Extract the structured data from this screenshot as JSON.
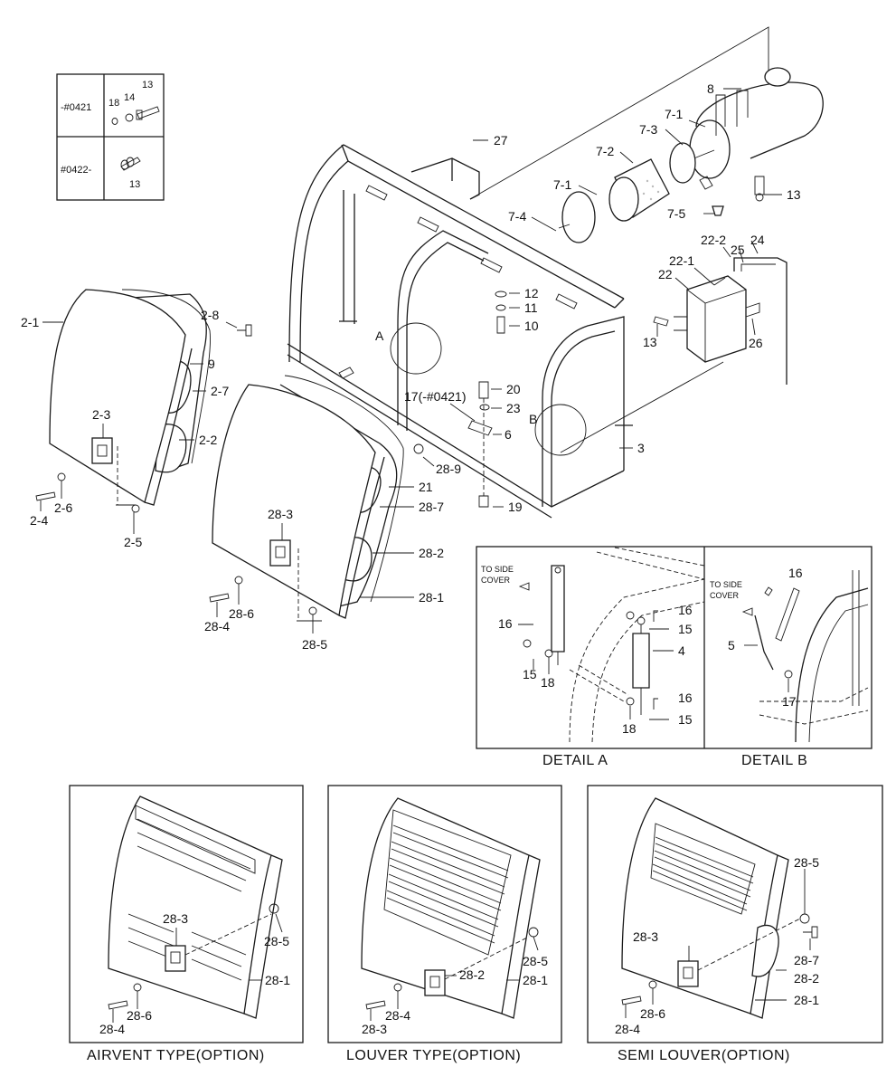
{
  "serial_table": {
    "row1_range": "-#0421",
    "row1_parts": [
      "18",
      "14",
      "13"
    ],
    "row2_range": "#0422-",
    "row2_part": "13"
  },
  "labels": {
    "l27": "27",
    "l8": "8",
    "l7_1a": "7-1",
    "l7_3": "7-3",
    "l7_2": "7-2",
    "l7_1b": "7-1",
    "l7_4": "7-4",
    "l7_5": "7-5",
    "l13a": "13",
    "l22_2": "22-2",
    "l25": "25",
    "l24": "24",
    "l22_1": "22-1",
    "l22": "22",
    "l12": "12",
    "l11": "11",
    "l10": "10",
    "l13b": "13",
    "l26": "26",
    "lA": "A",
    "lB": "B",
    "l20": "20",
    "l17": "17(-#0421)",
    "l23": "23",
    "l6": "6",
    "l3": "3",
    "l19": "19",
    "l2_1": "2-1",
    "l2_8": "2-8",
    "l9": "9",
    "l2_7": "2-7",
    "l2_3": "2-3",
    "l2_2": "2-2",
    "l2_4": "2-4",
    "l2_6": "2-6",
    "l2_5": "2-5",
    "l28_9": "28-9",
    "l21": "21",
    "l28_7": "28-7",
    "l28_3": "28-3",
    "l28_2": "28-2",
    "l28_1": "28-1",
    "l28_4": "28-4",
    "l28_6": "28-6",
    "l28_5": "28-5"
  },
  "detail_a": {
    "caption": "DETAIL  A",
    "note_line1": "TO SIDE",
    "note_line2": "COVER",
    "l16a": "16",
    "l16b": "16",
    "l16c": "16",
    "l15a": "15",
    "l15b": "15",
    "l15c": "15",
    "l18a": "18",
    "l18b": "18",
    "l4": "4"
  },
  "detail_b": {
    "caption": "DETAIL  B",
    "note_line1": "TO SIDE",
    "note_line2": "COVER",
    "l16": "16",
    "l5": "5",
    "l17": "17"
  },
  "options": {
    "airvent": {
      "caption": "AIRVENT TYPE(OPTION)",
      "l28_3": "28-3",
      "l28_5": "28-5",
      "l28_1": "28-1",
      "l28_4": "28-4",
      "l28_6": "28-6"
    },
    "louver": {
      "caption": "LOUVER TYPE(OPTION)",
      "l28_5": "28-5",
      "l28_2": "28-2",
      "l28_1": "28-1",
      "l28_4": "28-4",
      "l28_3": "28-3"
    },
    "semi_louver": {
      "caption": "SEMI LOUVER(OPTION)",
      "l28_5": "28-5",
      "l28_3": "28-3",
      "l28_7": "28-7",
      "l28_2": "28-2",
      "l28_1": "28-1",
      "l28_4": "28-4",
      "l28_6": "28-6"
    }
  }
}
